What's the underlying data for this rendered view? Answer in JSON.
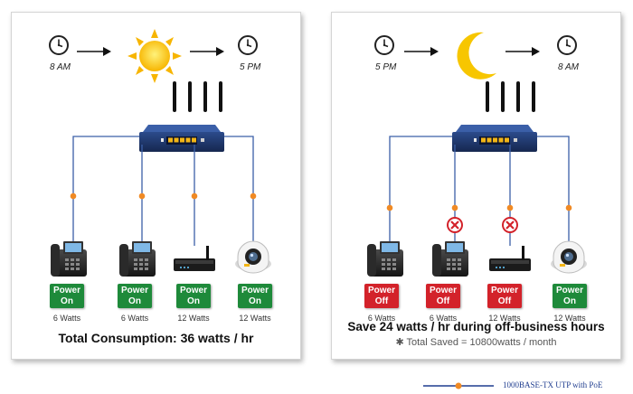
{
  "day": {
    "start_time": "8 AM",
    "end_time": "5 PM",
    "badge_line1": "Power",
    "badge_line2": "On",
    "devices": [
      {
        "icon": "ip-phone-icon",
        "watts": "6 Watts"
      },
      {
        "icon": "ip-phone-icon",
        "watts": "6 Watts"
      },
      {
        "icon": "wireless-ap-icon",
        "watts": "12 Watts"
      },
      {
        "icon": "dome-camera-icon",
        "watts": "12 Watts"
      }
    ],
    "summary": "Total Consumption: 36 watts / hr",
    "badge_color": "#1e8a3a"
  },
  "night": {
    "start_time": "5 PM",
    "end_time": "8 AM",
    "devices": [
      {
        "icon": "ip-phone-icon",
        "watts": "6 Watts",
        "badge_line1": "Power",
        "badge_line2": "Off",
        "state": "off"
      },
      {
        "icon": "ip-phone-icon",
        "watts": "6 Watts",
        "badge_line1": "Power",
        "badge_line2": "Off",
        "state": "off"
      },
      {
        "icon": "wireless-ap-icon",
        "watts": "12 Watts",
        "badge_line1": "Power",
        "badge_line2": "Off",
        "state": "off"
      },
      {
        "icon": "dome-camera-icon",
        "watts": "12 Watts",
        "badge_line1": "Power",
        "badge_line2": "On",
        "state": "on"
      }
    ],
    "summary": "Save 24 watts / hr during off-business hours",
    "note": "✱ Total Saved = 10800watts / month",
    "on_color": "#1e8a3a",
    "off_color": "#d3222a"
  },
  "legend": {
    "label": "1000BASE-TX UTP with PoE",
    "line_color": "#1f3d8f",
    "dot_color": "#f08a24"
  }
}
